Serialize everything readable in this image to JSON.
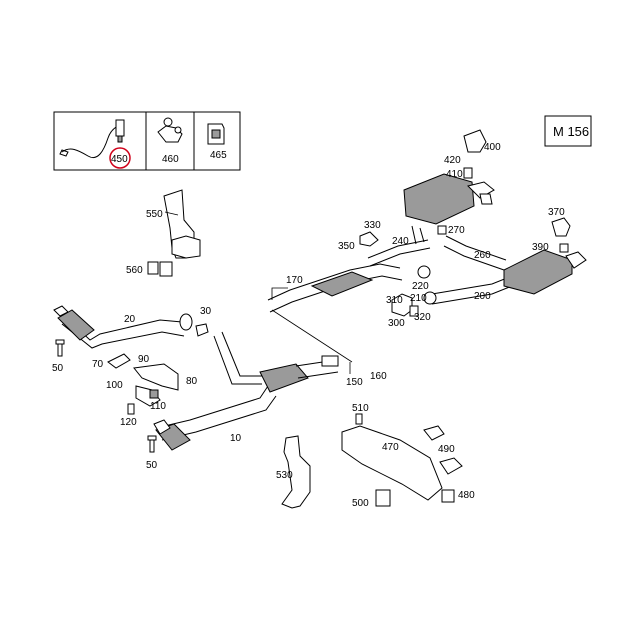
{
  "model_code": "M 156",
  "highlight_color": "#d0021b",
  "highlighted_part": "450",
  "header_parts": [
    "450",
    "460",
    "465"
  ],
  "callouts": [
    {
      "id": "400",
      "label": "400"
    },
    {
      "id": "420",
      "label": "420"
    },
    {
      "id": "410",
      "label": "410"
    },
    {
      "id": "330",
      "label": "330"
    },
    {
      "id": "350",
      "label": "350"
    },
    {
      "id": "270",
      "label": "270"
    },
    {
      "id": "240",
      "label": "240"
    },
    {
      "id": "260",
      "label": "260"
    },
    {
      "id": "370",
      "label": "370"
    },
    {
      "id": "390",
      "label": "390"
    },
    {
      "id": "550",
      "label": "550"
    },
    {
      "id": "560",
      "label": "560"
    },
    {
      "id": "170",
      "label": "170"
    },
    {
      "id": "220",
      "label": "220"
    },
    {
      "id": "210",
      "label": "210"
    },
    {
      "id": "200",
      "label": "200"
    },
    {
      "id": "310",
      "label": "310"
    },
    {
      "id": "300",
      "label": "300"
    },
    {
      "id": "320",
      "label": "320"
    },
    {
      "id": "20",
      "label": "20"
    },
    {
      "id": "30",
      "label": "30"
    },
    {
      "id": "50a",
      "label": "50"
    },
    {
      "id": "70",
      "label": "70"
    },
    {
      "id": "90",
      "label": "90"
    },
    {
      "id": "80",
      "label": "80"
    },
    {
      "id": "100",
      "label": "100"
    },
    {
      "id": "110",
      "label": "110"
    },
    {
      "id": "120",
      "label": "120"
    },
    {
      "id": "50b",
      "label": "50"
    },
    {
      "id": "10",
      "label": "10"
    },
    {
      "id": "150",
      "label": "150"
    },
    {
      "id": "160",
      "label": "160"
    },
    {
      "id": "510",
      "label": "510"
    },
    {
      "id": "470",
      "label": "470"
    },
    {
      "id": "490",
      "label": "490"
    },
    {
      "id": "530",
      "label": "530"
    },
    {
      "id": "500",
      "label": "500"
    },
    {
      "id": "480",
      "label": "480"
    }
  ]
}
